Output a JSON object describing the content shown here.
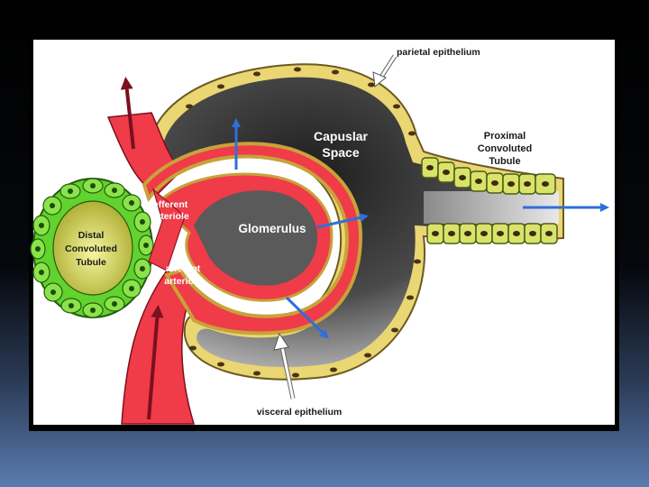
{
  "labels": {
    "parietal_epithelium": "parietal epithelium",
    "capsular_space": [
      "Capuslar",
      "Space"
    ],
    "proximal_tubule": [
      "Proximal",
      "Convoluted",
      "Tubule"
    ],
    "distal_tubule": [
      "Distal",
      "Convoluted",
      "Tubule"
    ],
    "efferent_arteriole": [
      "efferent",
      "arteriole"
    ],
    "afferent_arteriole": [
      "afferent",
      "arteriole"
    ],
    "glomerulus": "Glomerulus",
    "visceral_epithelium": "visceral epithelium"
  },
  "colors": {
    "blood": "#f03b48",
    "vessel_dark": "#7a1020",
    "epithelium": "#e6e27a",
    "nucleus": "#4a3216",
    "distal_cells": "#5ccf2c",
    "flow_arrow": "#2f6fd8"
  }
}
